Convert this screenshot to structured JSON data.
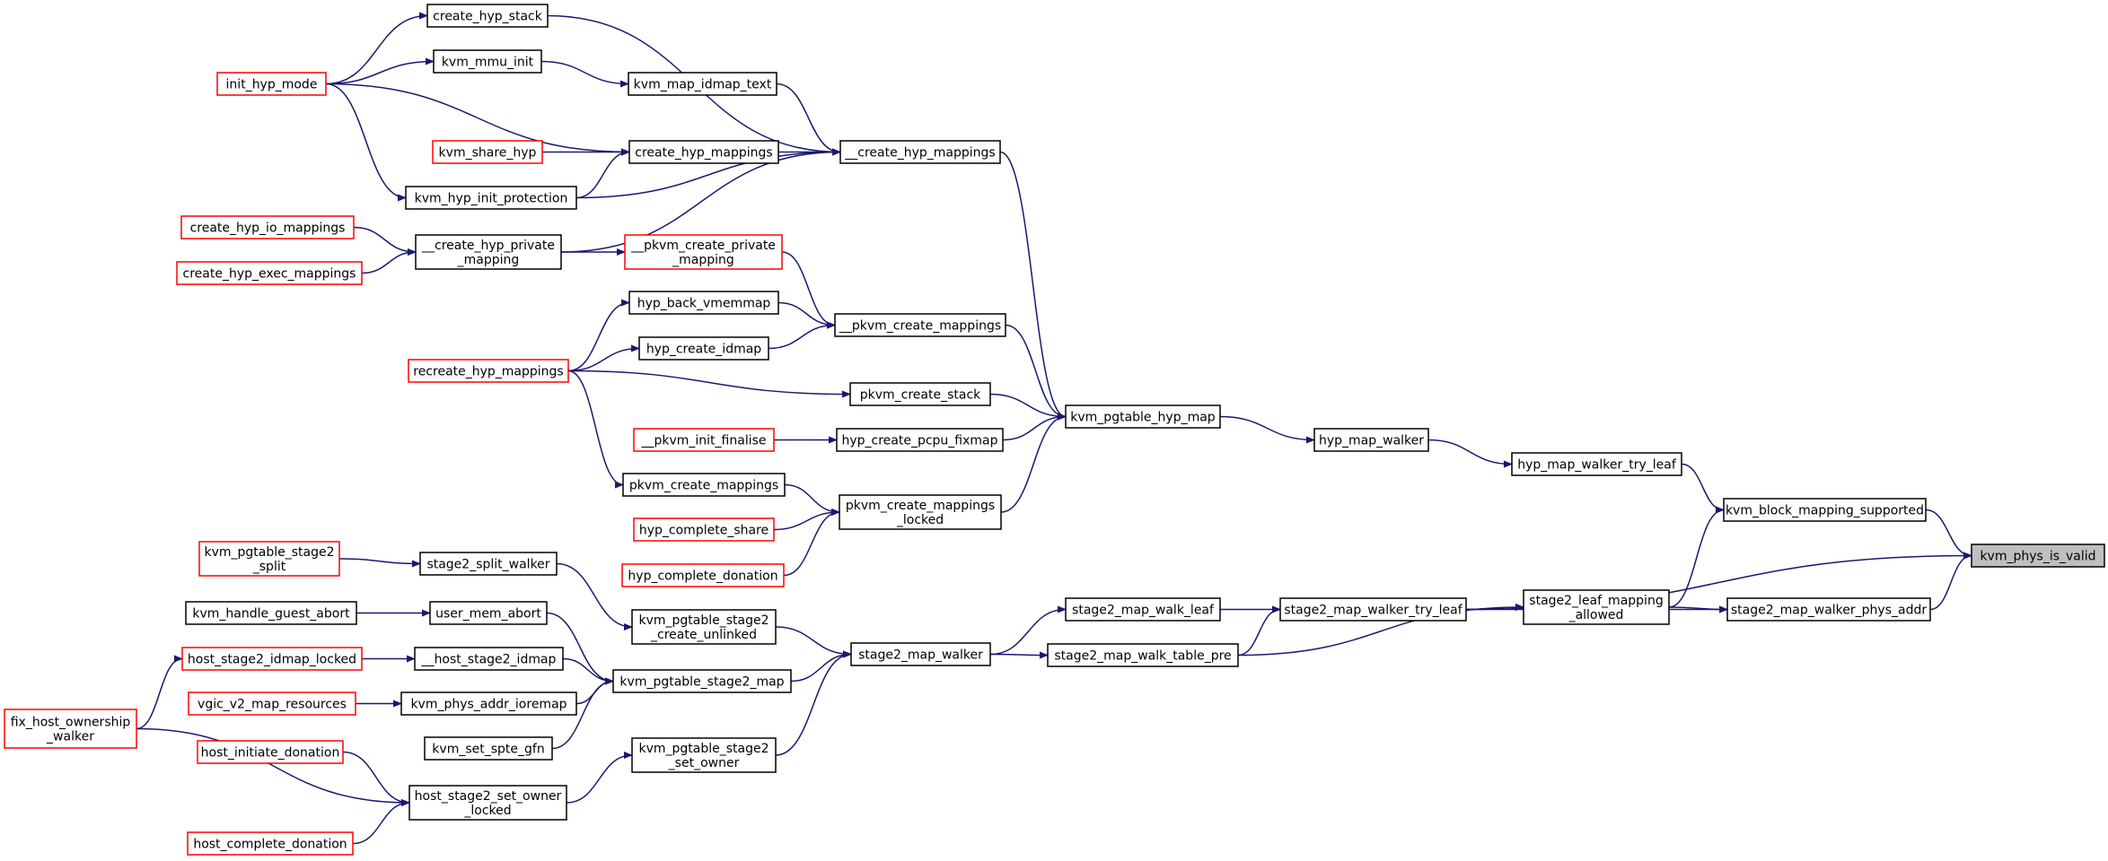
{
  "graph": {
    "nodes": [
      {
        "id": "create_hyp_stack",
        "lines": [
          "create_hyp_stack"
        ],
        "border": "black"
      },
      {
        "id": "kvm_mmu_init",
        "lines": [
          "kvm_mmu_init"
        ],
        "border": "black"
      },
      {
        "id": "init_hyp_mode",
        "lines": [
          "init_hyp_mode"
        ],
        "border": "red"
      },
      {
        "id": "kvm_map_idmap_text",
        "lines": [
          "kvm_map_idmap_text"
        ],
        "border": "black"
      },
      {
        "id": "kvm_share_hyp",
        "lines": [
          "kvm_share_hyp"
        ],
        "border": "red"
      },
      {
        "id": "create_hyp_mappings",
        "lines": [
          "create_hyp_mappings"
        ],
        "border": "black"
      },
      {
        "id": "__create_hyp_mappings",
        "lines": [
          "__create_hyp_mappings"
        ],
        "border": "black"
      },
      {
        "id": "kvm_hyp_init_protection",
        "lines": [
          "kvm_hyp_init_protection"
        ],
        "border": "black"
      },
      {
        "id": "create_hyp_io_mappings",
        "lines": [
          "create_hyp_io_mappings"
        ],
        "border": "red"
      },
      {
        "id": "create_hyp_exec_mappings",
        "lines": [
          "create_hyp_exec_mappings"
        ],
        "border": "red"
      },
      {
        "id": "__create_hyp_private_mapping",
        "lines": [
          "__create_hyp_private",
          "_mapping"
        ],
        "border": "black"
      },
      {
        "id": "__pkvm_create_private_mapping",
        "lines": [
          "__pkvm_create_private",
          "_mapping"
        ],
        "border": "red"
      },
      {
        "id": "hyp_back_vmemmap",
        "lines": [
          "hyp_back_vmemmap"
        ],
        "border": "black"
      },
      {
        "id": "__pkvm_create_mappings",
        "lines": [
          "__pkvm_create_mappings"
        ],
        "border": "black"
      },
      {
        "id": "hyp_create_idmap",
        "lines": [
          "hyp_create_idmap"
        ],
        "border": "black"
      },
      {
        "id": "recreate_hyp_mappings",
        "lines": [
          "recreate_hyp_mappings"
        ],
        "border": "red"
      },
      {
        "id": "pkvm_create_stack",
        "lines": [
          "pkvm_create_stack"
        ],
        "border": "black"
      },
      {
        "id": "kvm_pgtable_hyp_map",
        "lines": [
          "kvm_pgtable_hyp_map"
        ],
        "border": "black"
      },
      {
        "id": "__pkvm_init_finalise",
        "lines": [
          "__pkvm_init_finalise"
        ],
        "border": "red"
      },
      {
        "id": "hyp_create_pcpu_fixmap",
        "lines": [
          "hyp_create_pcpu_fixmap"
        ],
        "border": "black"
      },
      {
        "id": "hyp_map_walker",
        "lines": [
          "hyp_map_walker"
        ],
        "border": "black"
      },
      {
        "id": "hyp_map_walker_try_leaf",
        "lines": [
          "hyp_map_walker_try_leaf"
        ],
        "border": "black"
      },
      {
        "id": "pkvm_create_mappings",
        "lines": [
          "pkvm_create_mappings"
        ],
        "border": "black"
      },
      {
        "id": "pkvm_create_mappings_locked",
        "lines": [
          "pkvm_create_mappings",
          "_locked"
        ],
        "border": "black"
      },
      {
        "id": "kvm_block_mapping_supported",
        "lines": [
          "kvm_block_mapping_supported"
        ],
        "border": "black"
      },
      {
        "id": "hyp_complete_share",
        "lines": [
          "hyp_complete_share"
        ],
        "border": "red"
      },
      {
        "id": "kvm_pgtable_stage2_split",
        "lines": [
          "kvm_pgtable_stage2",
          "_split"
        ],
        "border": "red"
      },
      {
        "id": "stage2_split_walker",
        "lines": [
          "stage2_split_walker"
        ],
        "border": "black"
      },
      {
        "id": "kvm_phys_is_valid",
        "lines": [
          "kvm_phys_is_valid"
        ],
        "border": "black",
        "highlight": true
      },
      {
        "id": "hyp_complete_donation",
        "lines": [
          "hyp_complete_donation"
        ],
        "border": "red"
      },
      {
        "id": "kvm_handle_guest_abort",
        "lines": [
          "kvm_handle_guest_abort"
        ],
        "border": "black"
      },
      {
        "id": "user_mem_abort",
        "lines": [
          "user_mem_abort"
        ],
        "border": "black"
      },
      {
        "id": "kvm_pgtable_stage2_create_unlinked",
        "lines": [
          "kvm_pgtable_stage2",
          "_create_unlinked"
        ],
        "border": "black"
      },
      {
        "id": "stage2_map_walk_leaf",
        "lines": [
          "stage2_map_walk_leaf"
        ],
        "border": "black"
      },
      {
        "id": "stage2_map_walker_try_leaf",
        "lines": [
          "stage2_map_walker_try_leaf"
        ],
        "border": "black"
      },
      {
        "id": "stage2_leaf_mapping_allowed",
        "lines": [
          "stage2_leaf_mapping",
          "_allowed"
        ],
        "border": "black"
      },
      {
        "id": "stage2_map_walker_phys_addr",
        "lines": [
          "stage2_map_walker_phys_addr"
        ],
        "border": "black"
      },
      {
        "id": "host_stage2_idmap_locked",
        "lines": [
          "host_stage2_idmap_locked"
        ],
        "border": "red"
      },
      {
        "id": "__host_stage2_idmap",
        "lines": [
          "__host_stage2_idmap"
        ],
        "border": "black"
      },
      {
        "id": "stage2_map_walker",
        "lines": [
          "stage2_map_walker"
        ],
        "border": "black"
      },
      {
        "id": "stage2_map_walk_table_pre",
        "lines": [
          "stage2_map_walk_table_pre"
        ],
        "border": "black"
      },
      {
        "id": "kvm_pgtable_stage2_map",
        "lines": [
          "kvm_pgtable_stage2_map"
        ],
        "border": "black"
      },
      {
        "id": "vgic_v2_map_resources",
        "lines": [
          "vgic_v2_map_resources"
        ],
        "border": "red"
      },
      {
        "id": "kvm_phys_addr_ioremap",
        "lines": [
          "kvm_phys_addr_ioremap"
        ],
        "border": "black"
      },
      {
        "id": "fix_host_ownership_walker",
        "lines": [
          "fix_host_ownership",
          "_walker"
        ],
        "border": "red"
      },
      {
        "id": "kvm_set_spte_gfn",
        "lines": [
          "kvm_set_spte_gfn"
        ],
        "border": "black"
      },
      {
        "id": "kvm_pgtable_stage2_set_owner",
        "lines": [
          "kvm_pgtable_stage2",
          "_set_owner"
        ],
        "border": "black"
      },
      {
        "id": "host_initiate_donation",
        "lines": [
          "host_initiate_donation"
        ],
        "border": "red"
      },
      {
        "id": "host_stage2_set_owner_locked",
        "lines": [
          "host_stage2_set_owner",
          "_locked"
        ],
        "border": "black"
      },
      {
        "id": "host_complete_donation",
        "lines": [
          "host_complete_donation"
        ],
        "border": "red"
      }
    ],
    "edges": [
      [
        "init_hyp_mode",
        "create_hyp_stack"
      ],
      [
        "init_hyp_mode",
        "kvm_mmu_init"
      ],
      [
        "init_hyp_mode",
        "create_hyp_mappings"
      ],
      [
        "init_hyp_mode",
        "kvm_hyp_init_protection"
      ],
      [
        "create_hyp_stack",
        "__create_hyp_mappings"
      ],
      [
        "kvm_mmu_init",
        "kvm_map_idmap_text"
      ],
      [
        "kvm_map_idmap_text",
        "__create_hyp_mappings"
      ],
      [
        "kvm_share_hyp",
        "create_hyp_mappings"
      ],
      [
        "kvm_hyp_init_protection",
        "create_hyp_mappings"
      ],
      [
        "kvm_hyp_init_protection",
        "__create_hyp_mappings"
      ],
      [
        "create_hyp_mappings",
        "__create_hyp_mappings"
      ],
      [
        "__create_hyp_private_mapping",
        "__create_hyp_mappings"
      ],
      [
        "create_hyp_io_mappings",
        "__create_hyp_private_mapping"
      ],
      [
        "create_hyp_exec_mappings",
        "__create_hyp_private_mapping"
      ],
      [
        "__create_hyp_private_mapping",
        "__pkvm_create_private_mapping"
      ],
      [
        "__pkvm_create_private_mapping",
        "__pkvm_create_mappings"
      ],
      [
        "hyp_back_vmemmap",
        "__pkvm_create_mappings"
      ],
      [
        "hyp_create_idmap",
        "__pkvm_create_mappings"
      ],
      [
        "recreate_hyp_mappings",
        "hyp_back_vmemmap"
      ],
      [
        "recreate_hyp_mappings",
        "hyp_create_idmap"
      ],
      [
        "recreate_hyp_mappings",
        "pkvm_create_stack"
      ],
      [
        "recreate_hyp_mappings",
        "pkvm_create_mappings"
      ],
      [
        "__create_hyp_mappings",
        "kvm_pgtable_hyp_map"
      ],
      [
        "__pkvm_create_mappings",
        "kvm_pgtable_hyp_map"
      ],
      [
        "pkvm_create_stack",
        "kvm_pgtable_hyp_map"
      ],
      [
        "hyp_create_pcpu_fixmap",
        "kvm_pgtable_hyp_map"
      ],
      [
        "pkvm_create_mappings_locked",
        "kvm_pgtable_hyp_map"
      ],
      [
        "__pkvm_init_finalise",
        "hyp_create_pcpu_fixmap"
      ],
      [
        "pkvm_create_mappings",
        "pkvm_create_mappings_locked"
      ],
      [
        "hyp_complete_share",
        "pkvm_create_mappings_locked"
      ],
      [
        "hyp_complete_donation",
        "pkvm_create_mappings_locked"
      ],
      [
        "kvm_pgtable_hyp_map",
        "hyp_map_walker"
      ],
      [
        "hyp_map_walker",
        "hyp_map_walker_try_leaf"
      ],
      [
        "hyp_map_walker_try_leaf",
        "kvm_block_mapping_supported"
      ],
      [
        "kvm_block_mapping_supported",
        "kvm_phys_is_valid"
      ],
      [
        "stage2_leaf_mapping_allowed",
        "kvm_block_mapping_supported"
      ],
      [
        "stage2_map_walker_try_leaf",
        "kvm_phys_is_valid"
      ],
      [
        "stage2_map_walker_phys_addr",
        "kvm_phys_is_valid"
      ],
      [
        "kvm_pgtable_stage2_split",
        "stage2_split_walker"
      ],
      [
        "stage2_split_walker",
        "kvm_pgtable_stage2_create_unlinked"
      ],
      [
        "kvm_pgtable_stage2_create_unlinked",
        "stage2_map_walker"
      ],
      [
        "kvm_handle_guest_abort",
        "user_mem_abort"
      ],
      [
        "user_mem_abort",
        "kvm_pgtable_stage2_map"
      ],
      [
        "host_stage2_idmap_locked",
        "__host_stage2_idmap"
      ],
      [
        "__host_stage2_idmap",
        "kvm_pgtable_stage2_map"
      ],
      [
        "vgic_v2_map_resources",
        "kvm_phys_addr_ioremap"
      ],
      [
        "kvm_phys_addr_ioremap",
        "kvm_pgtable_stage2_map"
      ],
      [
        "kvm_set_spte_gfn",
        "kvm_pgtable_stage2_map"
      ],
      [
        "kvm_pgtable_stage2_map",
        "stage2_map_walker"
      ],
      [
        "kvm_pgtable_stage2_set_owner",
        "stage2_map_walker"
      ],
      [
        "fix_host_ownership_walker",
        "host_stage2_idmap_locked"
      ],
      [
        "fix_host_ownership_walker",
        "host_stage2_set_owner_locked"
      ],
      [
        "host_initiate_donation",
        "host_stage2_set_owner_locked"
      ],
      [
        "host_complete_donation",
        "host_stage2_set_owner_locked"
      ],
      [
        "host_stage2_set_owner_locked",
        "kvm_pgtable_stage2_set_owner"
      ],
      [
        "stage2_map_walker",
        "stage2_map_walk_leaf"
      ],
      [
        "stage2_map_walker",
        "stage2_map_walk_table_pre"
      ],
      [
        "stage2_map_walk_leaf",
        "stage2_map_walker_try_leaf"
      ],
      [
        "stage2_map_walk_table_pre",
        "stage2_map_walker_try_leaf"
      ],
      [
        "stage2_map_walk_table_pre",
        "stage2_leaf_mapping_allowed"
      ],
      [
        "stage2_map_walker_try_leaf",
        "stage2_leaf_mapping_allowed"
      ],
      [
        "stage2_map_walker_try_leaf",
        "stage2_map_walker_phys_addr"
      ],
      [
        "stage2_leaf_mapping_allowed",
        "stage2_map_walker_phys_addr"
      ]
    ],
    "colors": {
      "edge": "#191970",
      "border": "#000000",
      "border_red": "#ff0000",
      "highlight_fill": "#bfbfbf",
      "background": "#ffffff"
    }
  }
}
